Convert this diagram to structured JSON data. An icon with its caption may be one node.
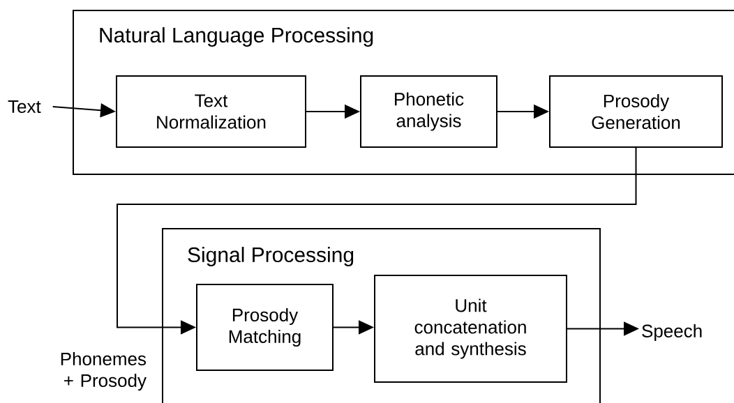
{
  "diagram": {
    "nodes": [
      {
        "text": [
          "Natural Language Processing"
        ]
      },
      {
        "text": [
          "Text Normalization"
        ],
        "in": 0
      },
      {
        "text": [
          "Phonetic analysis"
        ],
        "in": 0
      },
      {
        "text": [
          "Prosody Generation"
        ],
        "in": 0
      },
      {
        "text": [
          "Signal Processing"
        ]
      },
      {
        "text": [
          "Prosody Matching"
        ],
        "in": 4
      },
      {
        "text": [
          "Unit concatenation and synthesis"
        ],
        "in": 4
      },
      {
        "text": [
          "Text"
        ]
      },
      {
        "text": [
          "Speech"
        ]
      }
    ],
    "edges": [
      {
        "from": 7,
        "to": 1,
        "arrow": "to"
      },
      {
        "from": 1,
        "to": 2,
        "arrow": "to"
      },
      {
        "from": 2,
        "to": 3,
        "arrow": "to"
      },
      {
        "from": 3,
        "to": 5,
        "arrow": "to",
        "label": "Phonemes + Prosody"
      },
      {
        "from": 5,
        "to": 6,
        "arrow": "to"
      },
      {
        "from": 6,
        "to": 8,
        "arrow": "to"
      }
    ]
  }
}
